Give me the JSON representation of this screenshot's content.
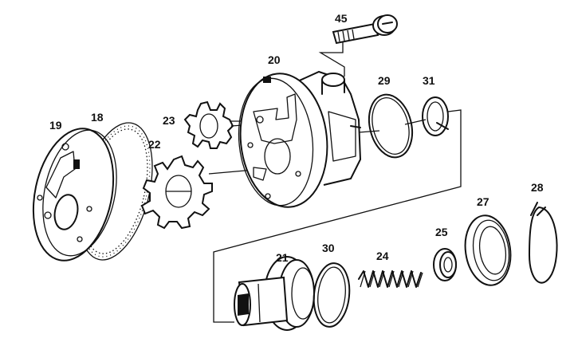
{
  "diagram": {
    "parts": [
      {
        "id": "p19",
        "label": "19"
      },
      {
        "id": "p18",
        "label": "18"
      },
      {
        "id": "p23",
        "label": "23"
      },
      {
        "id": "p22",
        "label": "22"
      },
      {
        "id": "p20",
        "label": "20"
      },
      {
        "id": "p45",
        "label": "45"
      },
      {
        "id": "p29",
        "label": "29"
      },
      {
        "id": "p31",
        "label": "31"
      },
      {
        "id": "p21",
        "label": "21"
      },
      {
        "id": "p30",
        "label": "30"
      },
      {
        "id": "p24",
        "label": "24"
      },
      {
        "id": "p25",
        "label": "25"
      },
      {
        "id": "p27",
        "label": "27"
      },
      {
        "id": "p28",
        "label": "28"
      }
    ]
  }
}
